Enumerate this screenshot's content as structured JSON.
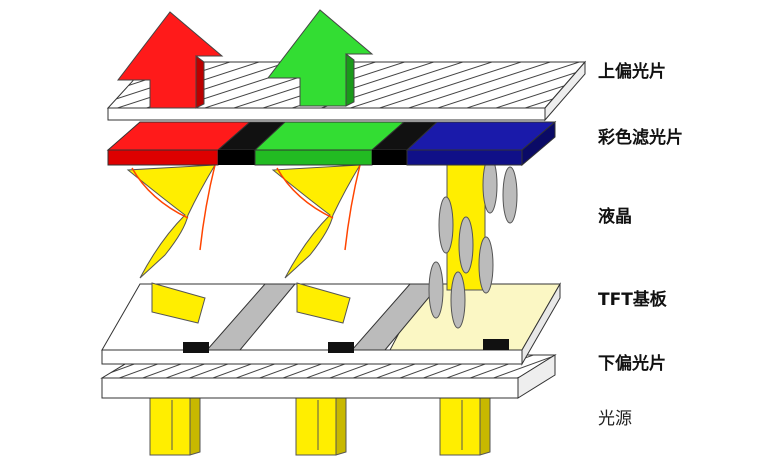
{
  "labels": {
    "upper_polarizer": "上偏光片",
    "color_filter": "彩色滤光片",
    "liquid_crystal": "液晶",
    "tft_substrate": "TFT基板",
    "lower_polarizer": "下偏光片",
    "backlight": "光源"
  },
  "colors": {
    "red": "#ff1a1a",
    "green": "#33dd33",
    "blue": "#1a1aaa",
    "yellow": "#ffee00",
    "black_matrix": "#111111",
    "electrode": "#bbbbbb",
    "lit_pixel": "#fbf7c4",
    "helix": "#ff4400"
  },
  "icons": [
    "up-arrow-red-icon",
    "up-arrow-green-icon"
  ]
}
